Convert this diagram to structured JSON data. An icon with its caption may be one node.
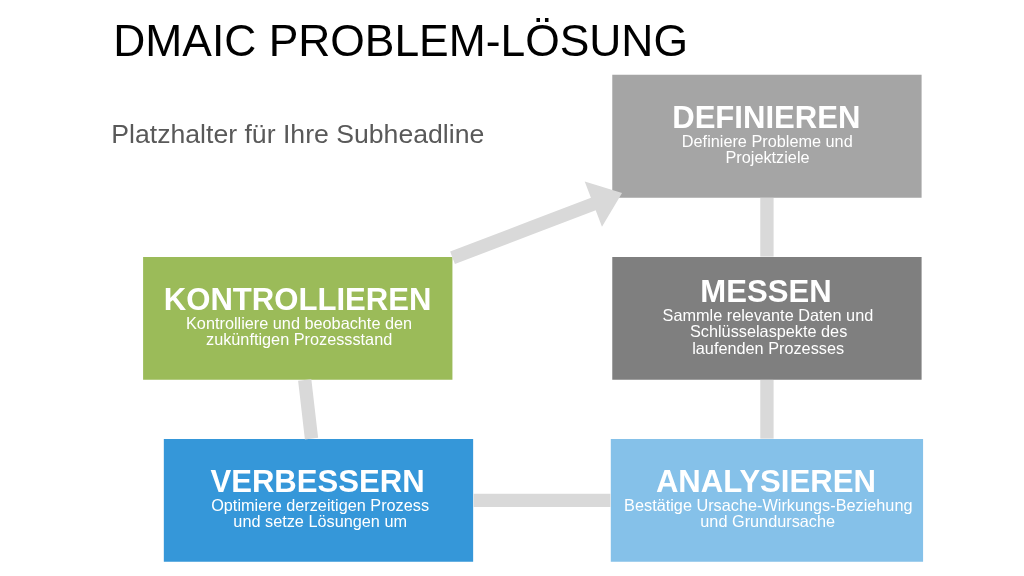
{
  "diagram": {
    "title": "DMAIC PROBLEM-LÖSUNG",
    "nodes": [
      {
        "text": [
          "DEFINIEREN",
          "Definiere Probleme und Projektziele"
        ]
      },
      {
        "text": [
          "MESSEN",
          "Sammle relevante Daten und Schlüsselaspekte des laufenden Prozesses"
        ]
      },
      {
        "text": [
          "ANALYSIEREN",
          "Bestätige Ursache-Wirkungs-Beziehung und Grundursache"
        ]
      },
      {
        "text": [
          "VERBESSERN",
          "Optimiere derzeitigen Prozess und setze Lösungen um"
        ]
      },
      {
        "text": [
          "KONTROLLIEREN",
          "Kontrolliere und beobachte den zukünftigen Prozessstand"
        ]
      }
    ],
    "edges": [
      {
        "from": 0,
        "to": 1,
        "arrow": "none"
      },
      {
        "from": 1,
        "to": 2,
        "arrow": "none"
      },
      {
        "from": 2,
        "to": 3,
        "arrow": "none"
      },
      {
        "from": 3,
        "to": 4,
        "arrow": "none"
      },
      {
        "from": 4,
        "to": 0,
        "arrow": "to"
      }
    ],
    "labels": [
      "Platzhalter für Ihre Subheadline"
    ]
  }
}
